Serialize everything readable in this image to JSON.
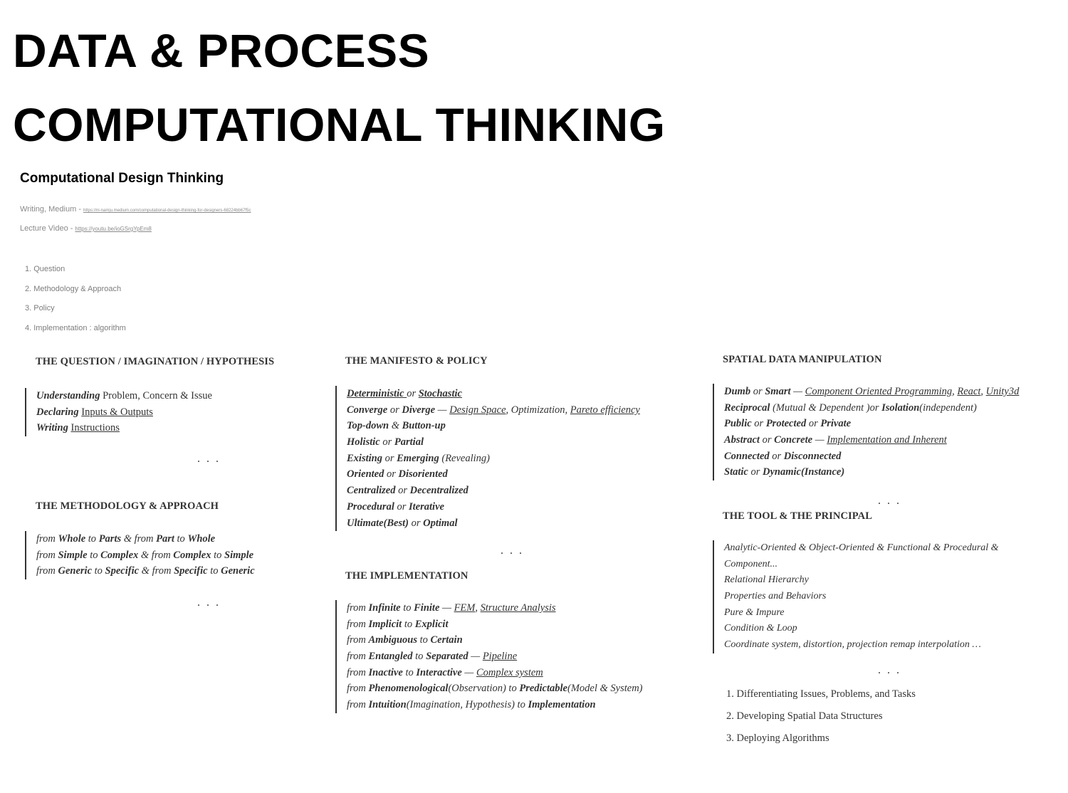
{
  "title_line1": "DATA & PROCESS",
  "title_line2": "COMPUTATIONAL THINKING",
  "subtitle": "Computational Design Thinking",
  "writing": {
    "label": "Writing, Medium -",
    "url": "https://ni-namju.medium.com/computational-design-thinking-for-designers-68224bb67f5c"
  },
  "lecture": {
    "label": "Lecture Video -",
    "url": "https://youtu.be/ioGSrgYpEm8"
  },
  "outline": [
    "1. Question",
    "2. Methodology & Approach",
    "3. Policy",
    "4. Implementation : algorithm"
  ],
  "dots": "...",
  "question": {
    "heading": "THE QUESTION / IMAGINATION / HYPOTHESIS",
    "lines": [
      [
        "Understanding",
        " Problem, Concern & Issue"
      ],
      [
        "Declaring ",
        "Inputs & Outputs"
      ],
      [
        "Writing ",
        "Instructions"
      ]
    ]
  },
  "methodology": {
    "heading": "THE METHODOLOGY & APPROACH",
    "lines": [
      [
        "from ",
        "Whole",
        " to ",
        "Parts",
        " & from ",
        "Part",
        " to ",
        "Whole"
      ],
      [
        "from ",
        "Simple",
        " to ",
        "Complex",
        " & from ",
        "Complex",
        " to ",
        "Simple"
      ],
      [
        "from ",
        "Generic",
        " to ",
        "Specific",
        " & from ",
        "Specific",
        " to ",
        "Generic"
      ]
    ]
  },
  "manifesto": {
    "heading": "THE MANIFESTO & POLICY",
    "lines": [
      [
        "Deterministic ",
        "or ",
        "Stochastic"
      ],
      [
        "Converge",
        " or ",
        "Diverge",
        " — ",
        "Design Space",
        ", Optimization, ",
        "Pareto efficiency"
      ],
      [
        "Top-down",
        " & ",
        "Button-up"
      ],
      [
        "Holistic",
        " or ",
        "Partial"
      ],
      [
        "Existing",
        " or ",
        "Emerging",
        " (Revealing)"
      ],
      [
        "Oriented",
        " or ",
        "Disoriented"
      ],
      [
        "Centralized",
        " or ",
        "Decentralized"
      ],
      [
        "Procedural",
        " or ",
        "Iterative"
      ],
      [
        "Ultimate(Best)",
        " or ",
        "Optimal"
      ]
    ]
  },
  "implementation": {
    "heading": "THE IMPLEMENTATION",
    "lines": [
      [
        "from ",
        "Infinite",
        " to ",
        "Finite",
        " — ",
        "FEM",
        ", ",
        "Structure Analysis"
      ],
      [
        "from ",
        "Implicit",
        " to ",
        "Explicit"
      ],
      [
        "from ",
        "Ambiguous",
        " to ",
        "Certain"
      ],
      [
        "from ",
        "Entangled",
        " to ",
        "Separated",
        " — ",
        "Pipeline"
      ],
      [
        "from ",
        "Inactive",
        " to ",
        "Interactive",
        " — ",
        "Complex system"
      ],
      [
        "from ",
        "Phenomenological",
        "(Observation) to ",
        "Predictable",
        "(Model & System)"
      ],
      [
        "from ",
        "Intuition",
        "(Imagination, Hypothesis) to ",
        "Implementation"
      ]
    ]
  },
  "spatial": {
    "heading": "SPATIAL DATA MANIPULATION",
    "lines": [
      [
        "Dumb",
        " or ",
        "Smart",
        " — ",
        "Component Oriented Programming",
        ", ",
        "React",
        ", ",
        "Unity3d"
      ],
      [
        "Reciprocal",
        " (Mutual & Dependent )or ",
        "Isolation",
        "(independent)"
      ],
      [
        "Public",
        " or ",
        "Protected",
        " or ",
        "Private"
      ],
      [
        "Abstract",
        " or ",
        "Concrete",
        " — ",
        "Implementation and Inherent"
      ],
      [
        "Connected",
        " or ",
        "Disconnected"
      ],
      [
        "Static",
        " or ",
        "Dynamic(Instance)"
      ]
    ]
  },
  "tool": {
    "heading": "THE TOOL & THE PRINCIPAL",
    "lines": [
      "Analytic-Oriented & Object-Oriented & Functional & Procedural &",
      "Component...",
      "Relational Hierarchy",
      "Properties and Behaviors",
      "Pure & Impure",
      "Condition & Loop",
      "Coordinate system, distortion, projection remap interpolation …"
    ]
  },
  "steps": [
    "1. Differentiating Issues, Problems, and Tasks",
    "2. Developing Spatial Data Structures",
    "3. Deploying Algorithms"
  ]
}
